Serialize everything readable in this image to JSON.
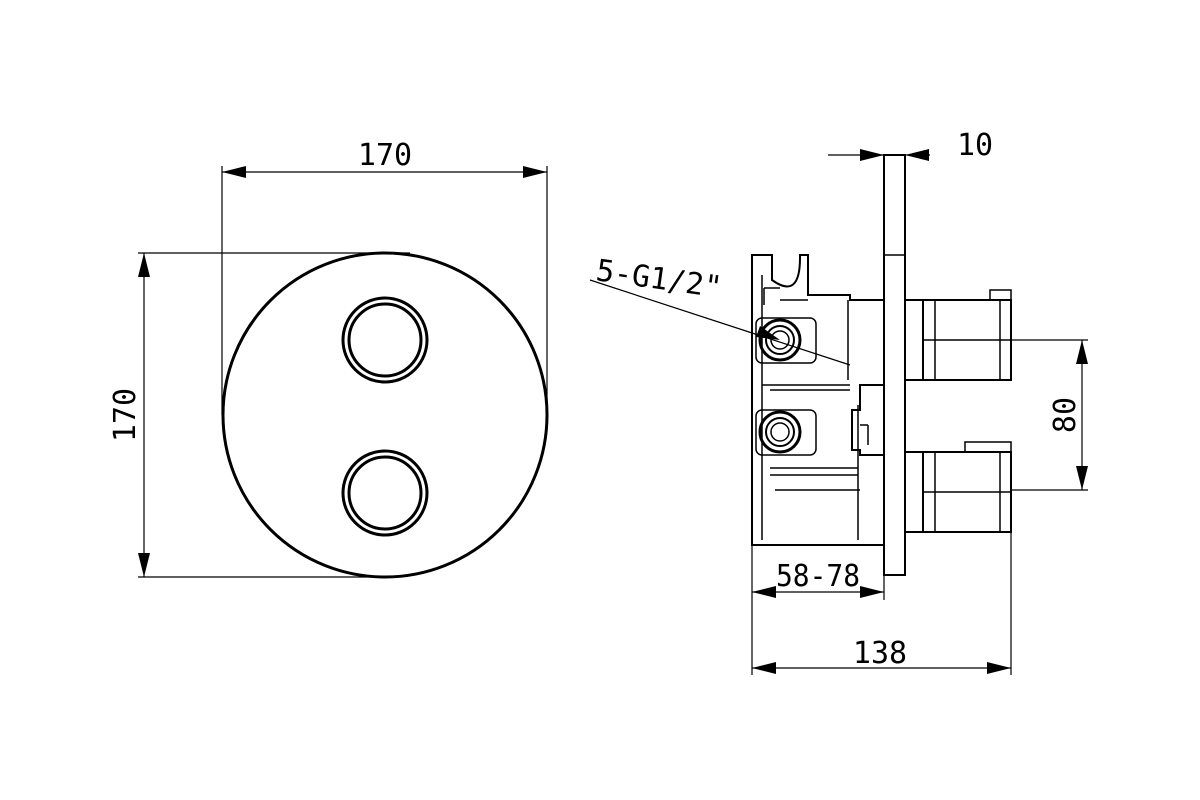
{
  "labels": {
    "front_width": "170",
    "front_height": "170",
    "plate_thickness": "10",
    "thread_spec": "5-G1/2\"",
    "outlet_spacing": "80",
    "install_depth": "58-78",
    "total_depth": "138"
  },
  "colors": {
    "line": "#000000",
    "background": "#ffffff"
  }
}
